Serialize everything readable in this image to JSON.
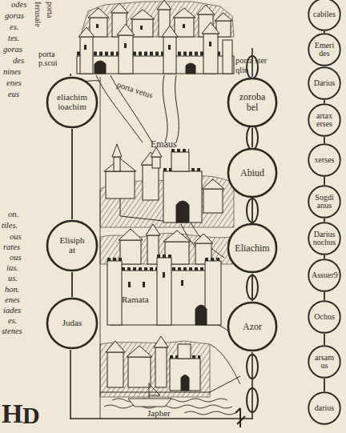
{
  "diagram": {
    "nodes": [
      {
        "text": [
          "eliachim ioachim"
        ]
      },
      {
        "text": [
          "Elisiph at"
        ]
      },
      {
        "text": [
          "Judas"
        ]
      },
      {
        "text": [
          "zoroba bel"
        ]
      },
      {
        "text": [
          "Abiud"
        ]
      },
      {
        "text": [
          "Eliachim"
        ]
      },
      {
        "text": [
          "Azor"
        ]
      },
      {
        "text": [
          "cabiles"
        ]
      },
      {
        "text": [
          "Emeri des"
        ]
      },
      {
        "text": [
          "Darius"
        ]
      },
      {
        "text": [
          "artax erses"
        ]
      },
      {
        "text": [
          "xerses"
        ]
      },
      {
        "text": [
          "Sogdi anus"
        ]
      },
      {
        "text": [
          "Darius nochus"
        ]
      },
      {
        "text": [
          "Assuer9"
        ]
      },
      {
        "text": [
          "Ochus"
        ]
      },
      {
        "text": [
          "arsam us"
        ]
      },
      {
        "text": [
          "darius"
        ]
      }
    ],
    "edges": [
      {
        "from": 0,
        "to": 1,
        "arrow": "none"
      },
      {
        "from": 1,
        "to": 2,
        "arrow": "none"
      },
      {
        "from": 3,
        "to": 4,
        "arrow": "none"
      },
      {
        "from": 4,
        "to": 5,
        "arrow": "none"
      },
      {
        "from": 5,
        "to": 6,
        "arrow": "none"
      },
      {
        "from": 7,
        "to": 8,
        "arrow": "none"
      },
      {
        "from": 8,
        "to": 9,
        "arrow": "none"
      },
      {
        "from": 9,
        "to": 10,
        "arrow": "none"
      },
      {
        "from": 10,
        "to": 11,
        "arrow": "none"
      },
      {
        "from": 11,
        "to": 12,
        "arrow": "none"
      },
      {
        "from": 12,
        "to": 13,
        "arrow": "none"
      },
      {
        "from": 13,
        "to": 14,
        "arrow": "none"
      },
      {
        "from": 14,
        "to": 15,
        "arrow": "none"
      },
      {
        "from": 15,
        "to": 16,
        "arrow": "none"
      },
      {
        "from": 16,
        "to": 17,
        "arrow": "none"
      }
    ],
    "labels": [
      "Ierusale",
      "porta",
      "odes",
      "goras",
      "es.",
      "tes.",
      "goras",
      "des",
      "nines",
      "enes",
      "eus",
      "porta p.scui",
      "porta ster qlin",
      "porta vetus",
      "Emaus",
      "on.",
      "tiles.",
      "ous",
      "rates",
      "ous",
      "ius.",
      "us.",
      "hon.",
      "enes",
      "iades",
      "es.",
      "stenes",
      "Ramata",
      "Japher",
      "H",
      "D"
    ]
  }
}
